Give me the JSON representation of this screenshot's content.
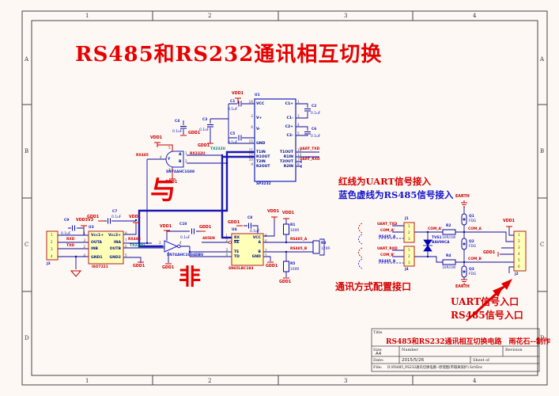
{
  "sheet": {
    "cols": [
      "1",
      "2",
      "3",
      "4"
    ],
    "rows": [
      "A",
      "B",
      "C",
      "D"
    ]
  },
  "title": "RS485和RS232通讯相互切换",
  "notes": {
    "red_line": "红线为UART信号接入",
    "blue_line": "蓝色虚线为RS485信号接入",
    "config_port": "通讯方式配置接口",
    "uart_entry": "UART信号入口",
    "rs485_entry": "RS485信号入口",
    "and_char": "与",
    "not_char": "非"
  },
  "power": {
    "vdd1": "VDD1",
    "vdd3v3": "VDD3V3",
    "gdd1": "GDD1",
    "earth": "EARTH"
  },
  "nets": {
    "tx232u": "TX232U",
    "rx232u": "RX232U",
    "uart_txd": "UART_TXD",
    "uart_rxd": "UART_RXD",
    "rxd": "RXD",
    "txd": "TXD",
    "rx485": "RX485",
    "en485": "485EN",
    "rs485_a": "RS485_A",
    "rs485_b": "RS485_B",
    "com_a": "COM_A",
    "com_b": "COM_B",
    "com_a2": "COM_A'",
    "com_b2": "COM_B'"
  },
  "u1": {
    "ref": "U1",
    "part": "SP3232",
    "left_pins": [
      {
        "n": "16",
        "name": "VCC"
      },
      {
        "n": "2",
        "name": "V+"
      },
      {
        "n": "6",
        "name": "V-"
      },
      {
        "n": "15",
        "name": "GND"
      },
      {
        "n": "11",
        "name": "T1IN"
      },
      {
        "n": "12",
        "name": "R1OUT"
      },
      {
        "n": "10",
        "name": "T2IN"
      },
      {
        "n": "9",
        "name": "R2OUT"
      }
    ],
    "right_pins": [
      {
        "n": "1",
        "name": "C1+"
      },
      {
        "n": "3",
        "name": "C1-"
      },
      {
        "n": "4",
        "name": "C2+"
      },
      {
        "n": "5",
        "name": "C2-"
      },
      {
        "n": "14",
        "name": "T1OUT"
      },
      {
        "n": "13",
        "name": "R1IN"
      },
      {
        "n": "7",
        "name": "T2OUT"
      },
      {
        "n": "8",
        "name": "R2IN"
      }
    ]
  },
  "u3": {
    "ref": "U3",
    "part": "ISO7221",
    "left_pins": [
      {
        "n": "1",
        "name": "Vcc1+"
      },
      {
        "n": "3",
        "name": "OUTA"
      },
      {
        "n": "2",
        "name": "INB"
      },
      {
        "n": "4",
        "name": "GND1"
      }
    ],
    "right_pins": [
      {
        "n": "8",
        "name": "Vcc2+"
      },
      {
        "n": "7",
        "name": "INA"
      },
      {
        "n": "6",
        "name": "OUTB"
      },
      {
        "n": "5",
        "name": "GND2"
      }
    ]
  },
  "u4": {
    "ref": "U4",
    "part": "SN65LBC184",
    "left_pins": [
      {
        "n": "1",
        "name": "RX"
      },
      {
        "n": "2",
        "name": "RE"
      },
      {
        "n": "3",
        "name": "TE"
      },
      {
        "n": "4",
        "name": "TD"
      }
    ],
    "right_pins": [
      {
        "n": "8",
        "name": "VCC"
      },
      {
        "n": "6",
        "name": "A"
      },
      {
        "n": "7",
        "name": "B"
      },
      {
        "n": "5",
        "name": "GND"
      }
    ]
  },
  "gate_and": {
    "part": "SN74AHC1G08",
    "y": "Y",
    "a": "A",
    "b": "B",
    "pins": {
      "out": "4",
      "a": "1",
      "b": "2",
      "vcc": "5",
      "gnd": "3"
    }
  },
  "gate_not": {
    "part": "SN74AHC1G04DBV",
    "pin_in": "2",
    "pin_out": "4"
  },
  "caps": {
    "c1": {
      "r": "C1",
      "v": "0.1uF"
    },
    "c2": {
      "r": "C2",
      "v": "0.1uF"
    },
    "c3": {
      "r": "C3",
      "v": "0.1uF"
    },
    "c4": {
      "r": "C4",
      "v": "0.1uF"
    },
    "c5": {
      "r": "C5",
      "v": "0.1uF"
    },
    "c6": {
      "r": "C6",
      "v": "0.1uF"
    },
    "c7": {
      "r": "C7",
      "v": "0.1uF"
    },
    "c8": {
      "r": "C8",
      "v": "0.1uF"
    },
    "c9": {
      "r": "C9",
      "v": "0.1uF"
    },
    "c10": {
      "r": "C10",
      "v": "0.1uF"
    }
  },
  "res": {
    "r1": {
      "r": "R1",
      "v": "100R"
    },
    "r2": {
      "r": "R2",
      "v": "10R/1W"
    },
    "r3": {
      "r": "R3",
      "v": "120R"
    },
    "r4": {
      "r": "R4",
      "v": "10R/1W"
    },
    "r5": {
      "r": "R5",
      "v": "100R"
    }
  },
  "tvs": {
    "ref": "TVS1",
    "part": "BAV99CA"
  },
  "gdt": {
    "q1": "Q1",
    "q2": "Q2",
    "q3": "Q3",
    "part": "FDG"
  },
  "connectors": {
    "j1": {
      "ref": "J1",
      "pins": [
        "1",
        "2",
        "3"
      ]
    },
    "j2": {
      "ref": "J2",
      "pins": [
        "1",
        "2",
        "3",
        "4",
        "5",
        "6"
      ]
    },
    "j3": {
      "ref": "J3",
      "pins": [
        "1",
        "2",
        "3",
        "4"
      ]
    },
    "j4": {
      "ref": "J4",
      "pins": [
        "1",
        "2",
        "3"
      ]
    }
  },
  "title_block": {
    "title_label": "Title",
    "title": "RS485和RS232通讯相互切换电路　雨花石--制作",
    "size_label": "Size",
    "size": "A4",
    "number_label": "Number",
    "revision_label": "Revision",
    "date_label": "Date:",
    "date": "2015/5/26",
    "sheet_label": "Sheet  of",
    "file_label": "File:",
    "file": "D:\\RS485_RS232通讯切换电路--原理图(带隔离保护).SchDoc"
  },
  "colors": {
    "accent_red": "#d40000",
    "wire_blue": "#0a0aa0",
    "part_yellow": "#ffffb8",
    "teal": "#067c7c"
  }
}
